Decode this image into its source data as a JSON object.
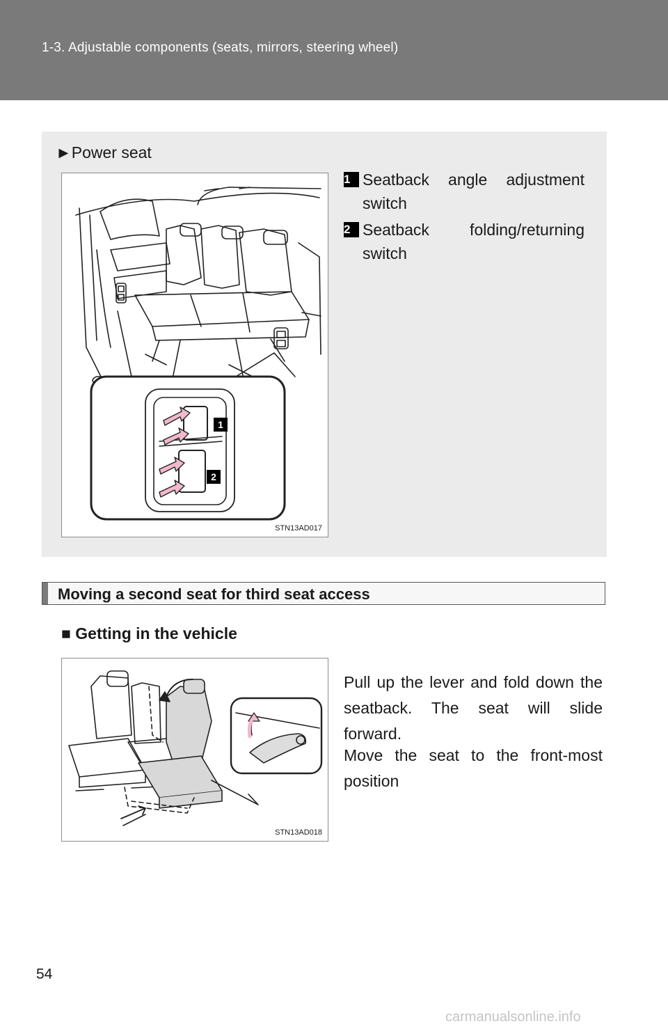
{
  "header": {
    "title": "1-3. Adjustable components (seats, mirrors, steering wheel)"
  },
  "power_seat": {
    "label": "►Power seat",
    "figure_code": "STN13AD017",
    "legend": [
      {
        "number": "1",
        "text": "Seatback angle adjustment switch"
      },
      {
        "number": "2",
        "text": "Seatback folding/returning switch"
      }
    ]
  },
  "section": {
    "heading": "Moving a second seat for third seat access",
    "subheading": "■ Getting in the vehicle",
    "figure_code": "STN13AD018",
    "paragraphs": [
      "Pull up the lever and fold down the seatback. The seat will slide forward.",
      "Move the seat to the front-most position"
    ]
  },
  "footer": {
    "page_number": "54",
    "watermark": "carmanualsonline.info"
  },
  "colors": {
    "header_band": "#7a7a7a",
    "panel": "#ebebeb",
    "arrow_pink": "#f2b8cc",
    "seat_shade": "#d8d8d8"
  }
}
